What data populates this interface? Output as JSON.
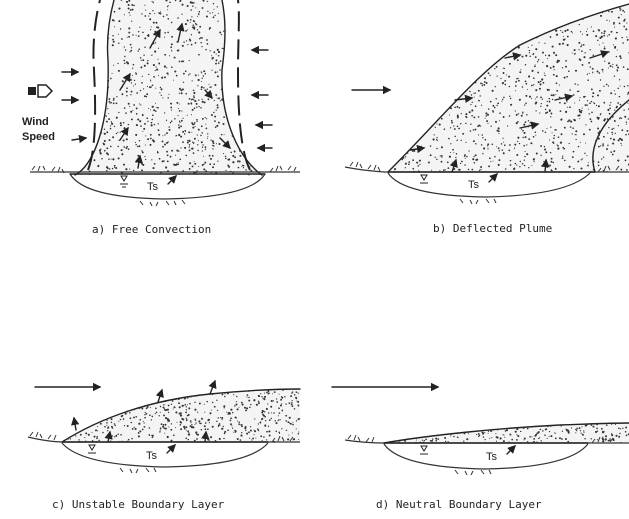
{
  "panels": {
    "a": {
      "caption": "a) Free Convection",
      "wind_label_1": "Wind",
      "wind_label_2": "Speed",
      "ts": "Ts"
    },
    "b": {
      "caption": "b) Deflected Plume",
      "ts": "Ts"
    },
    "c": {
      "caption": "c) Unstable Boundary Layer",
      "ts": "Ts"
    },
    "d": {
      "caption": "d) Neutral Boundary Layer",
      "ts": "Ts"
    }
  },
  "icons": {
    "wind_arrow_outline": "hollow-arrow-icon",
    "wind_arrow_solid": "solid-arrow-icon",
    "water_symbol": "water-level-icon"
  }
}
